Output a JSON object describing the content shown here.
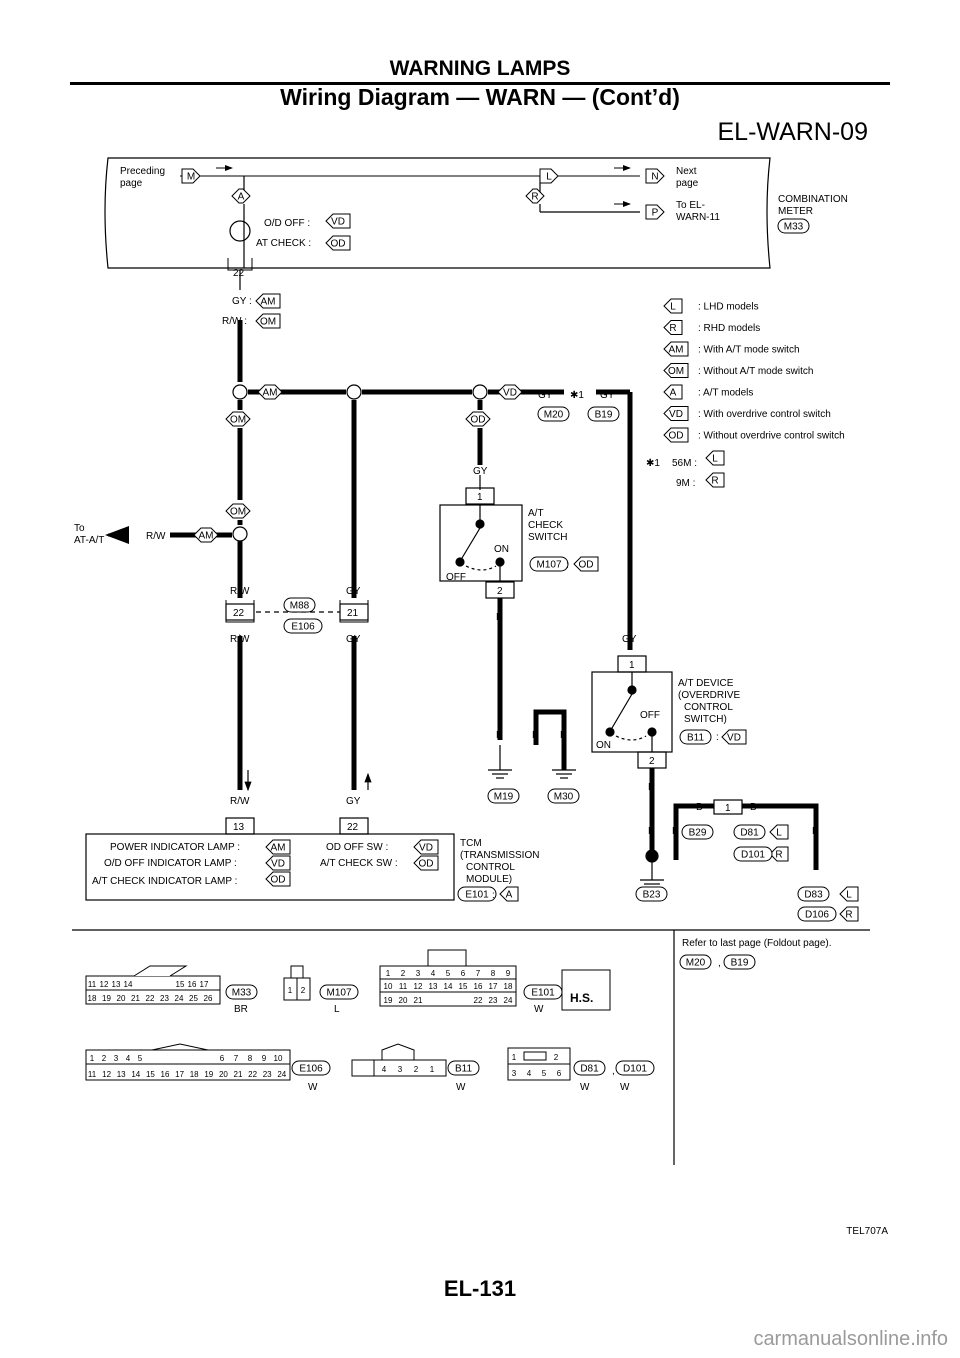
{
  "header": {
    "section": "WARNING LAMPS",
    "title": "Wiring Diagram — WARN — (Cont’d)",
    "code": "EL-WARN-09"
  },
  "meter": {
    "preceding": [
      "Preceding",
      "page"
    ],
    "next": [
      "Next",
      "page"
    ],
    "to": [
      "To EL-",
      "WARN-11"
    ],
    "label": [
      "COMBINATION",
      "METER"
    ],
    "conn": "M33",
    "odoff": "O/D OFF :",
    "atcheck": "AT CHECK :",
    "M": "M",
    "L": "L",
    "N": "N",
    "A": "A",
    "R": "R",
    "P": "P",
    "VD": "VD",
    "OD": "OD"
  },
  "legend": [
    {
      "tag": "L",
      "text": ": LHD models"
    },
    {
      "tag": "R",
      "text": ": RHD models"
    },
    {
      "tag": "AM",
      "text": ": With A/T mode switch"
    },
    {
      "tag": "OM",
      "text": ": Without A/T mode switch"
    },
    {
      "tag": "A",
      "text": ": A/T models"
    },
    {
      "tag": "VD",
      "text": ": With overdrive control switch"
    },
    {
      "tag": "OD",
      "text": ": Without overdrive control switch"
    }
  ],
  "star": {
    "mark": "✱1",
    "m56": "56M :",
    "m9": "9M :",
    "L": "L",
    "R": "R"
  },
  "wire": {
    "GY": "GY",
    "RW": "R/W",
    "B": "B",
    "gy_lbl": "GY :",
    "rw_lbl": "R/W :",
    "to": "To",
    "atat": "AT-A/T",
    "star1": "✱1"
  },
  "pins": {
    "p22": "22",
    "p21": "21",
    "p13": "13",
    "p1": "1",
    "p2": "2"
  },
  "tags": {
    "AM": "AM",
    "OM": "OM",
    "VD": "VD",
    "OD": "OD",
    "A": "A",
    "L": "L",
    "R": "R"
  },
  "conns": {
    "M20": "M20",
    "B19": "B19",
    "M88": "M88",
    "E106": "E106",
    "M107": "M107",
    "M19": "M19",
    "M30": "M30",
    "B11": "B11",
    "B23": "B23",
    "B29": "B29",
    "D81": "D81",
    "D101": "D101",
    "D83": "D83",
    "D106": "D106",
    "E101": "E101",
    "M33": "M33"
  },
  "check_sw": {
    "lines": [
      "A/T",
      "CHECK",
      "SWITCH"
    ],
    "on": "ON",
    "off": "OFF",
    "colon": ":"
  },
  "device_sw": {
    "lines": [
      "A/T DEVICE",
      "(OVERDRIVE",
      "CONTROL",
      "SWITCH)"
    ],
    "on": "ON",
    "off": "OFF",
    "colon": ":"
  },
  "tcm": {
    "lines": [
      "TCM",
      "(TRANSMISSION",
      "CONTROL",
      "MODULE)"
    ],
    "power": "POWER INDICATOR LAMP :",
    "odoff_ind": "O/D OFF INDICATOR LAMP :",
    "atcheck_ind": "A/T CHECK INDICATOR LAMP :",
    "odoffsw": "OD OFF SW :",
    "atchecksw": "A/T CHECK SW :",
    "colon": ":"
  },
  "connectors": {
    "m33_top": [
      "11",
      "12",
      "13",
      "14",
      "15",
      "16",
      "17"
    ],
    "m33_bot": [
      "18",
      "19",
      "20",
      "21",
      "22",
      "23",
      "24",
      "25",
      "26"
    ],
    "m33_color": "BR",
    "m107": [
      "1",
      "2"
    ],
    "m107_color": "L",
    "e101_r1": [
      "1",
      "2",
      "3",
      "4",
      "5",
      "6",
      "7",
      "8",
      "9"
    ],
    "e101_r2": [
      "10",
      "11",
      "12",
      "13",
      "14",
      "15",
      "16",
      "17",
      "18"
    ],
    "e101_r3": [
      "19",
      "20",
      "21",
      "22",
      "23",
      "24"
    ],
    "e101_color": "W",
    "hs": "H.S.",
    "e106_r1": [
      "1",
      "2",
      "3",
      "4",
      "5",
      "6",
      "7",
      "8",
      "9",
      "10"
    ],
    "e106_r2": [
      "11",
      "12",
      "13",
      "14",
      "15",
      "16",
      "17",
      "18",
      "19",
      "20",
      "21",
      "22",
      "23",
      "24"
    ],
    "e106_color": "W",
    "b11": [
      "4",
      "3",
      "2",
      "1"
    ],
    "b11_color": "W",
    "d81_r1": [
      "1",
      "2"
    ],
    "d81_r2": [
      "3",
      "4",
      "5",
      "6"
    ],
    "d81_color": "W",
    "d101_color": "W",
    "comma": ",",
    "refer": "Refer to last page (Foldout page)."
  },
  "fig": "TEL707A",
  "page_no": "EL-131",
  "watermark": "carmanualsonline.info"
}
